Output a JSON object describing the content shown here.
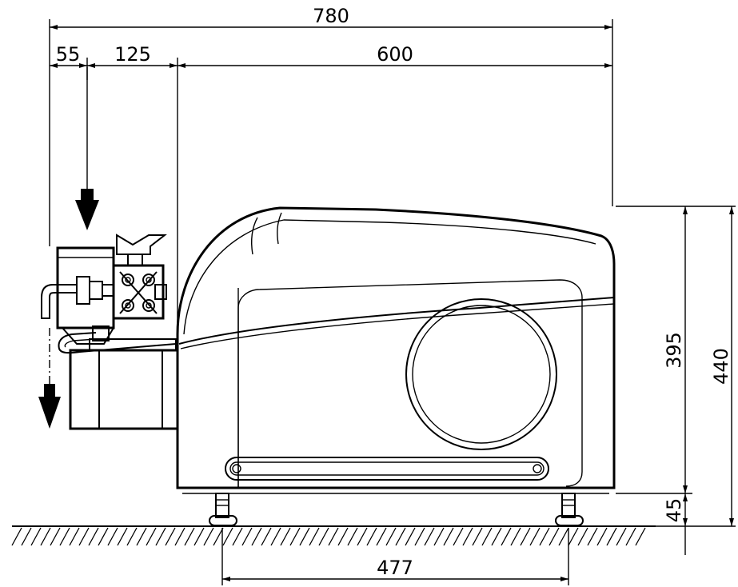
{
  "dimensions": {
    "overall_length": "780",
    "rear_offset": "55",
    "pump_offset": "125",
    "body_length": "600",
    "body_height": "395",
    "overall_height": "440",
    "foot_height": "45",
    "foot_spacing": "477"
  },
  "colors": {
    "line": "#000000",
    "background": "#ffffff"
  },
  "icons": [
    "flow-in-arrow-icon",
    "flow-out-arrow-icon",
    "star-knob-icon",
    "ground-hatch"
  ]
}
